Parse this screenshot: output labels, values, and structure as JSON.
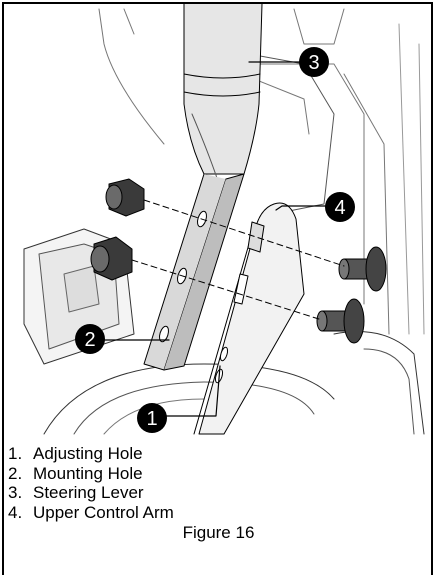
{
  "callouts": [
    "1",
    "2",
    "3",
    "4"
  ],
  "legend": [
    {
      "num": "1.",
      "label": "Adjusting Hole"
    },
    {
      "num": "2.",
      "label": "Mounting Hole"
    },
    {
      "num": "3.",
      "label": "Steering Lever"
    },
    {
      "num": "4.",
      "label": "Upper Control Arm"
    }
  ],
  "caption": "Figure 16"
}
